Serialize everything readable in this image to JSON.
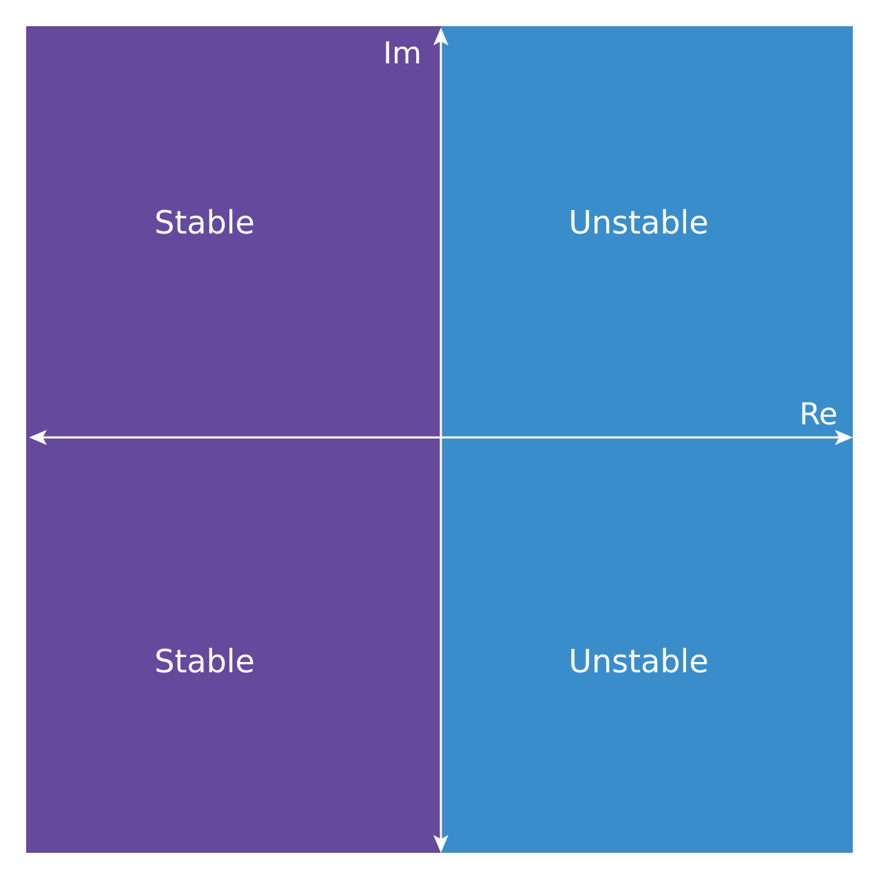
{
  "colors": {
    "stable_region": "#65499c",
    "unstable_region": "#3a8dcb",
    "axes": "#ffffff",
    "background": "#ffffff"
  },
  "axes": {
    "imaginary_label": "Im",
    "real_label": "Re"
  },
  "regions": {
    "top_left": "Stable",
    "top_right": "Unstable",
    "bottom_left": "Stable",
    "bottom_right": "Unstable"
  }
}
